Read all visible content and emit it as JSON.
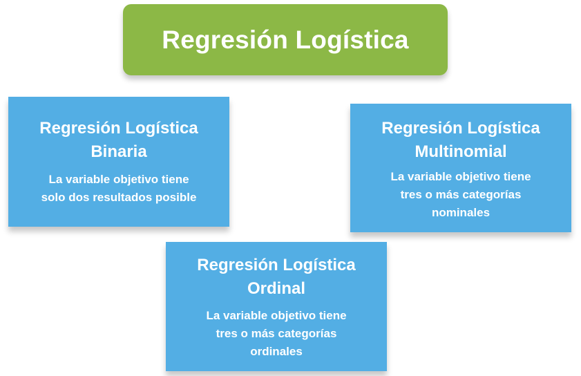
{
  "title": "Regresión Logística",
  "cards": {
    "binaria": {
      "heading": [
        "Regresión Logística",
        "Binaria"
      ],
      "description": [
        "La variable objetivo tiene",
        "solo dos resultados posible"
      ]
    },
    "multinomial": {
      "heading": [
        "Regresión Logística",
        "Multinomial"
      ],
      "description": [
        "La variable objetivo tiene",
        "tres o más categorías",
        "nominales"
      ]
    },
    "ordinal": {
      "heading": [
        "Regresión Logística",
        "Ordinal"
      ],
      "description": [
        "La variable objetivo tiene",
        "tres o más categorías",
        "ordinales"
      ]
    }
  },
  "colors": {
    "title_background": "#8cb846",
    "card_background": "#53aee4",
    "text": "#ffffff"
  }
}
